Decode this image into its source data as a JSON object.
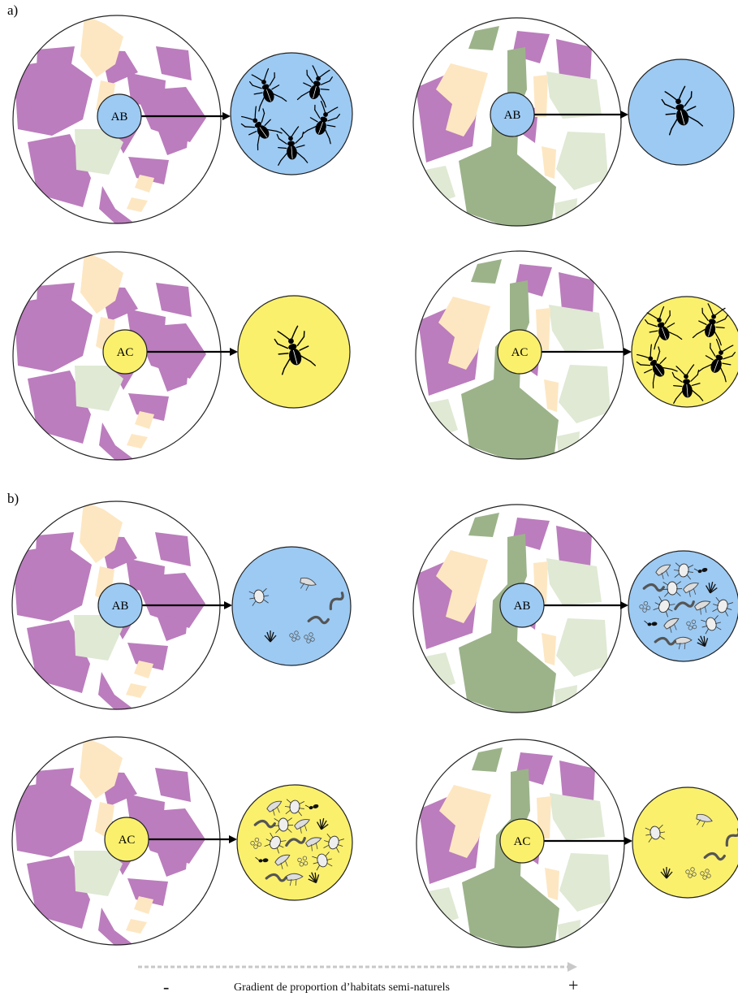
{
  "panels": [
    {
      "label": "a)"
    },
    {
      "label": "b)"
    }
  ],
  "landscape_label_bio": "AB",
  "landscape_label_conv": "AC",
  "gradient": {
    "text": "Gradient de proportion d’habitats semi-naturels",
    "minus": "-",
    "plus": "+"
  },
  "colors": {
    "crop": "#bb7dbd",
    "light_green": "#dfe9d4",
    "dark_green": "#9cb38a",
    "cream": "#fde7c2",
    "blue": "#9ccaf3",
    "yellow": "#fbf06c",
    "arrow": "#000000",
    "gradient_arrow": "#c8c8c8"
  },
  "scenes": [
    {
      "panel": "a",
      "landscape": "few_seminatural",
      "field": "AB",
      "organism": "beetle",
      "count": 5
    },
    {
      "panel": "a",
      "landscape": "many_seminatural",
      "field": "AB",
      "organism": "beetle",
      "count": 1
    },
    {
      "panel": "a",
      "landscape": "few_seminatural",
      "field": "AC",
      "organism": "beetle",
      "count": 1
    },
    {
      "panel": "a",
      "landscape": "many_seminatural",
      "field": "AC",
      "organism": "beetle",
      "count": 5
    },
    {
      "panel": "b",
      "landscape": "few_seminatural",
      "field": "AB",
      "organism": "mixed_arthropods",
      "count": 7
    },
    {
      "panel": "b",
      "landscape": "many_seminatural",
      "field": "AB",
      "organism": "mixed_arthropods",
      "count": 24
    },
    {
      "panel": "b",
      "landscape": "few_seminatural",
      "field": "AC",
      "organism": "mixed_arthropods",
      "count": 24
    },
    {
      "panel": "b",
      "landscape": "many_seminatural",
      "field": "AC",
      "organism": "mixed_arthropods",
      "count": 7
    }
  ]
}
